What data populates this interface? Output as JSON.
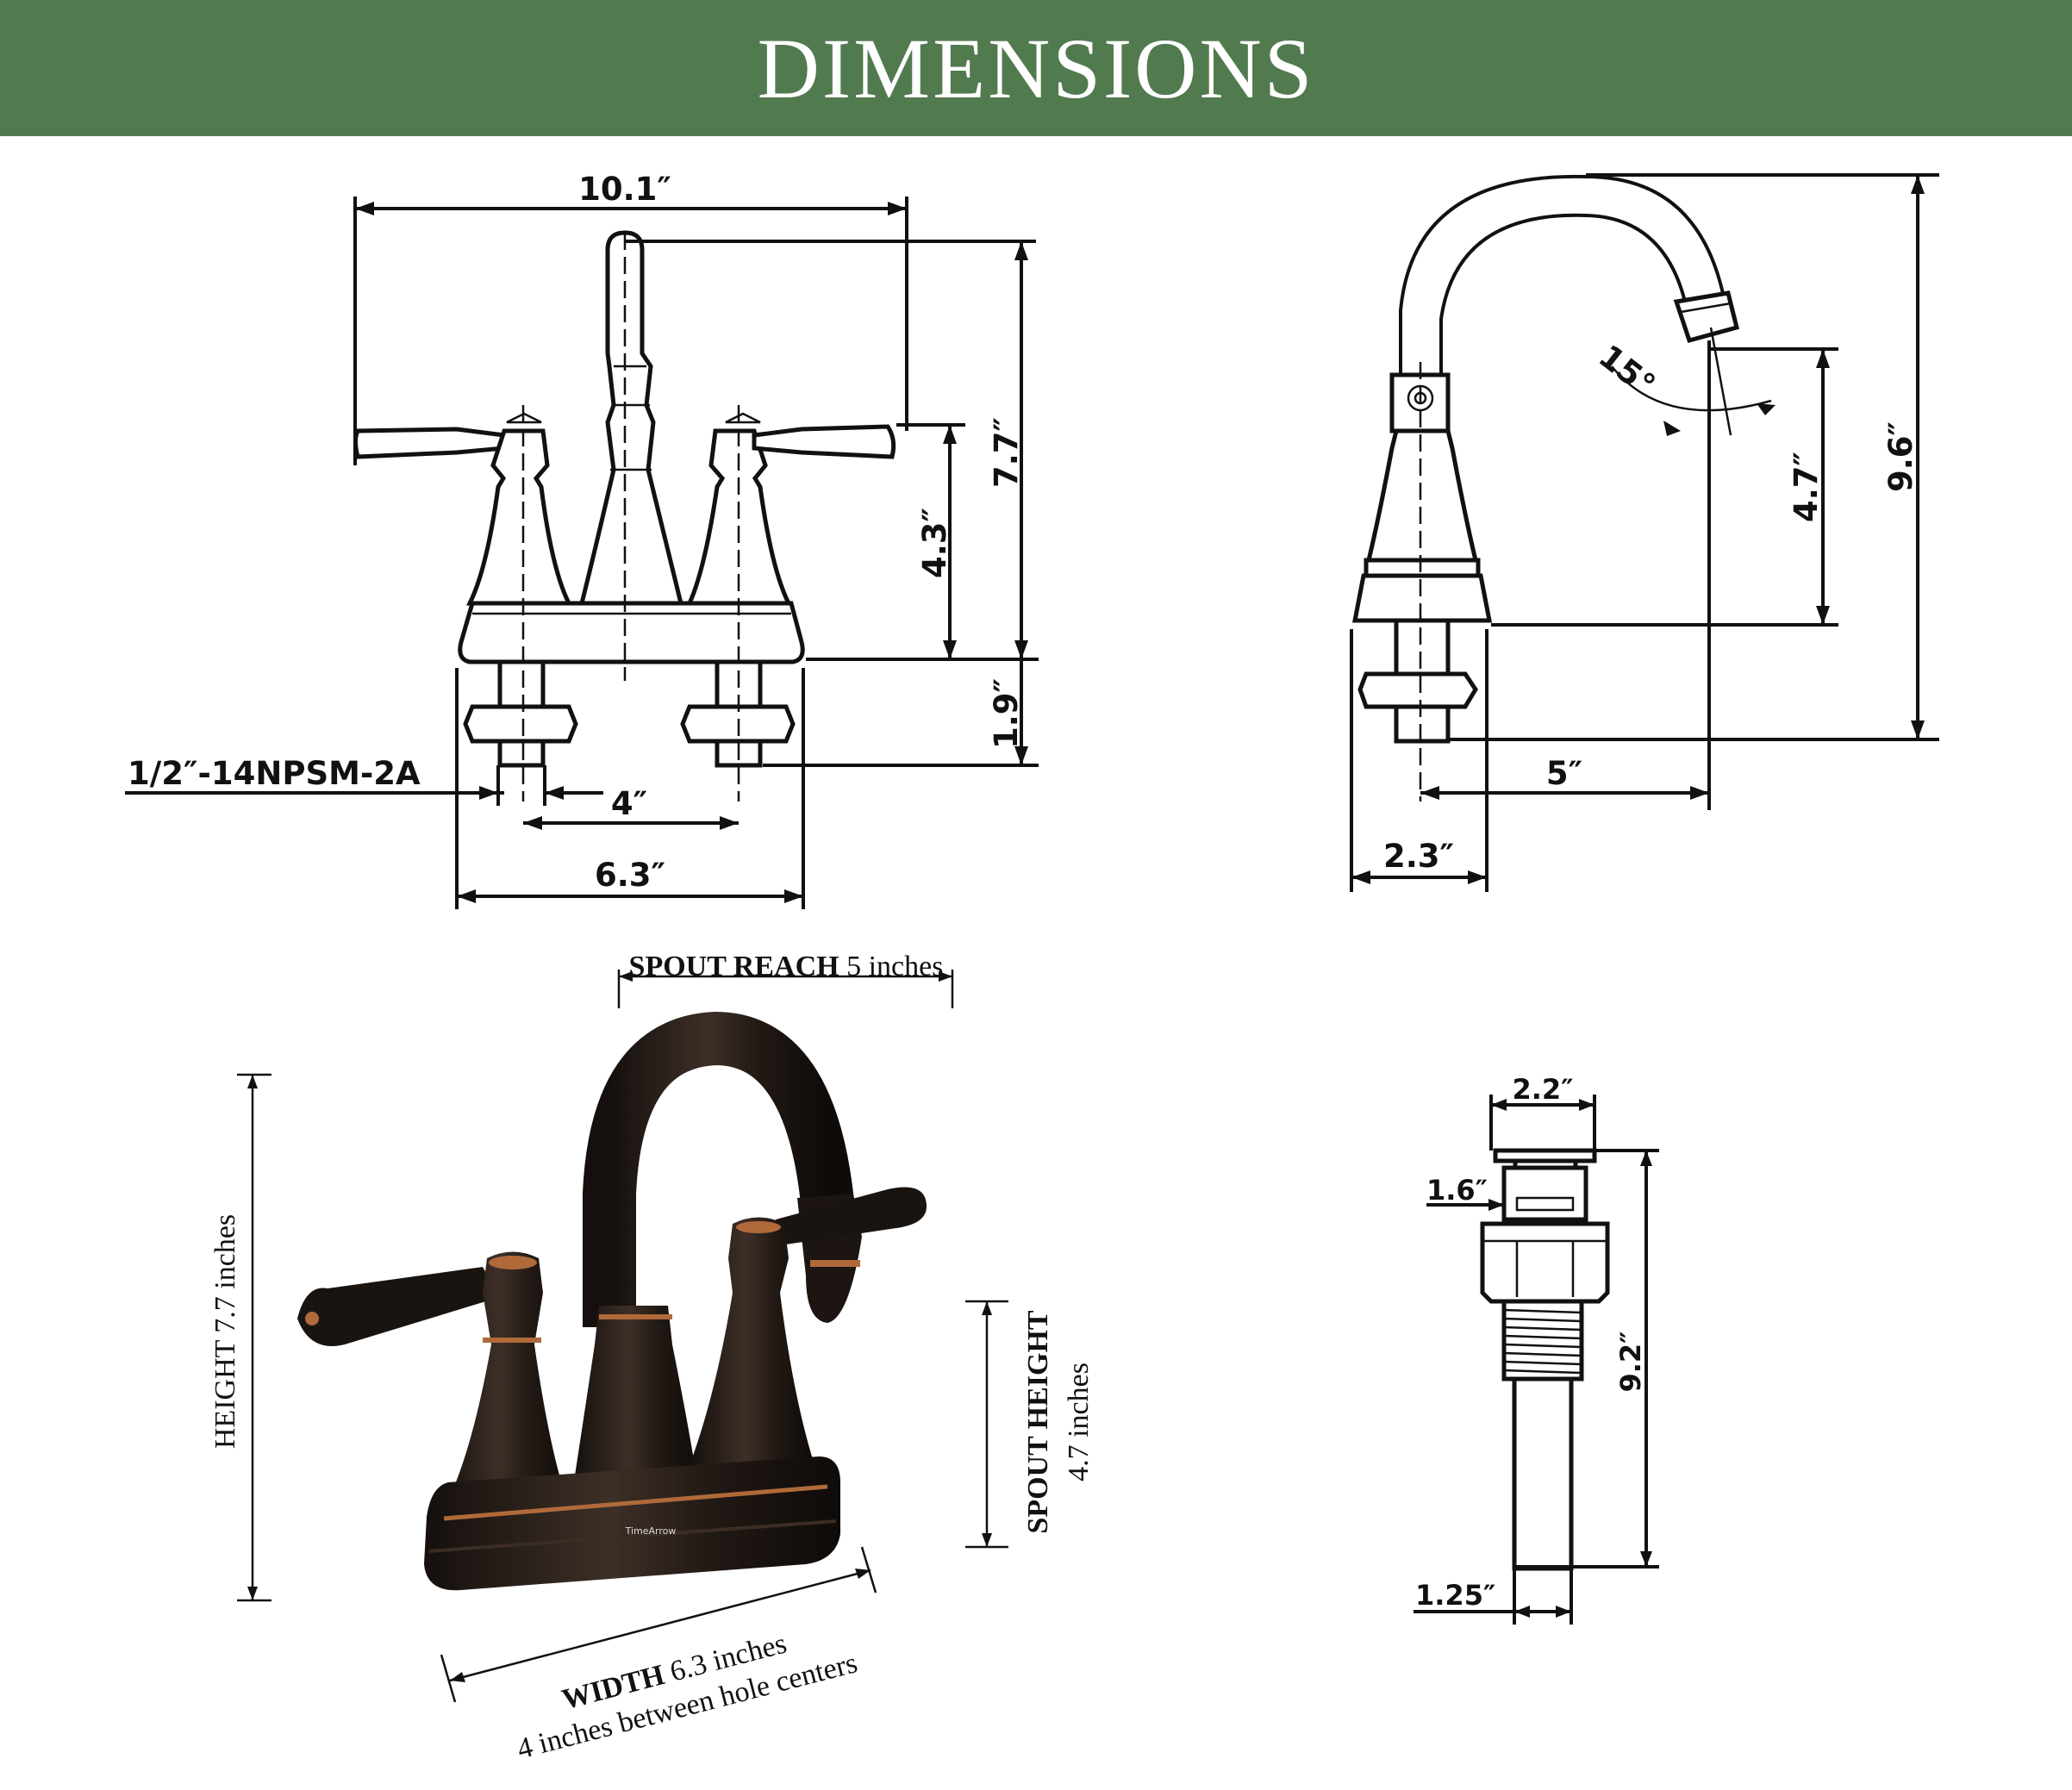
{
  "header": {
    "title": "DIMENSIONS"
  },
  "front_view": {
    "overall_width": "10.1″",
    "total_height": "7.7″",
    "spout_height": "4.3″",
    "shank_length": "1.9″",
    "thread_spec": "1/2″-14NPSM-2A",
    "center_spacing": "4″",
    "base_width": "6.3″"
  },
  "side_view": {
    "spout_angle": "15°",
    "spout_height": "4.7″",
    "total_height": "9.6″",
    "spout_reach": "5″",
    "base_depth": "2.3″"
  },
  "product_photo": {
    "reach_label": "SPOUT REACH",
    "reach_value": "5 inches",
    "height_label": "HEIGHT",
    "height_value": "7.7 inches",
    "spout_height_label": "SPOUT HEIGHT",
    "spout_height_value": "4.7 inches",
    "width_label": "WIDTH",
    "width_value": "6.3 inches",
    "width_note": "4 inches between hole centers",
    "brand": "TimeArrow"
  },
  "drain_view": {
    "cap_width": "2.2″",
    "cap_height": "1.6″",
    "total_length": "9.2″",
    "pipe_diameter": "1.25″"
  },
  "colors": {
    "banner": "#527a4f",
    "finish": "#2a1f1a",
    "copper_accent": "#b06a3a"
  }
}
